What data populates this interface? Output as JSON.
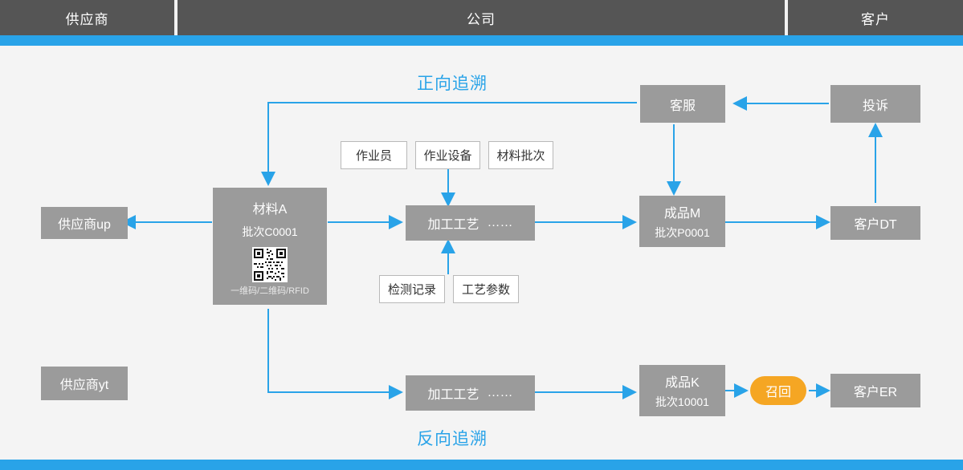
{
  "header": {
    "columns": [
      {
        "label": "供应商"
      },
      {
        "label": "公司"
      },
      {
        "label": "客户"
      }
    ]
  },
  "labels": {
    "forward": "正向追溯",
    "backward": "反向追溯"
  },
  "nodes": {
    "supplier_up": "供应商up",
    "supplier_yt": "供应商yt",
    "material_name": "材料A",
    "material_batch": "批次C0001",
    "material_code": "一维码/二维码/RFID",
    "process_top_label": "加工工艺",
    "process_top_dots": "……",
    "process_bottom_label": "加工工艺",
    "process_bottom_dots": "……",
    "product_m_name": "成品M",
    "product_m_batch": "批次P0001",
    "product_k_name": "成品K",
    "product_k_batch": "批次10001",
    "customer_dt": "客户DT",
    "customer_er": "客户ER",
    "service": "客服",
    "complaint": "投诉",
    "recall": "召回"
  },
  "attributes": {
    "operator": "作业员",
    "equipment": "作业设备",
    "material_batch": "材料批次",
    "inspection_record": "检测记录",
    "process_parameter": "工艺参数"
  },
  "colors": {
    "accent": "#29a3e8",
    "header_bg": "#555555",
    "node_bg": "#9b9b9b",
    "recall_bg": "#f5a623",
    "canvas_bg": "#f4f4f4"
  }
}
